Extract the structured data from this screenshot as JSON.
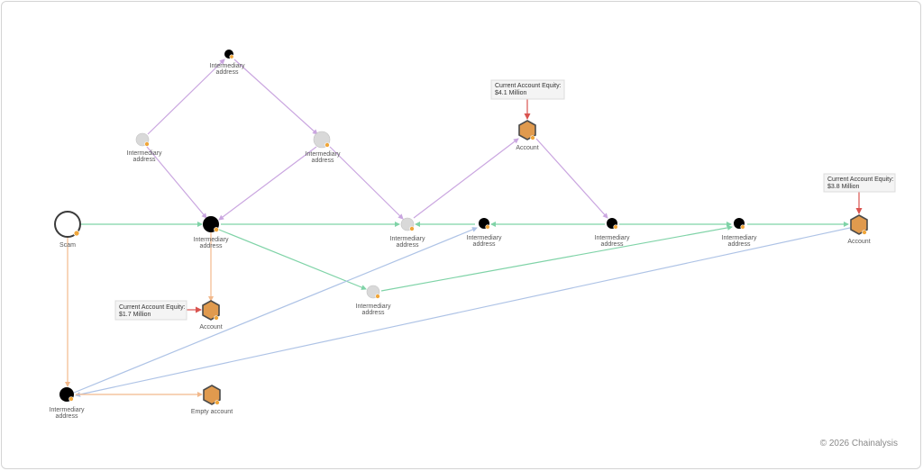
{
  "labels": {
    "scam": "Scam",
    "intermediary_line1": "Intermediary",
    "intermediary_line2": "address",
    "account": "Account",
    "empty_account": "Empty account"
  },
  "callouts": {
    "equity_label": "Current Account Equity:",
    "equity_top": "$4.1 Million",
    "equity_right": "$3.8 Million",
    "equity_left": "$1.7 Million"
  },
  "footer": {
    "copyright": "© 2026 Chainalysis"
  },
  "colors": {
    "flow_green": "#7fd3a7",
    "flow_purple": "#caa6e0",
    "flow_blue": "#aec3e6",
    "flow_orange": "#f2b98c",
    "callout_arrow": "#d9534f",
    "account_fill": "#e09a4e",
    "account_stroke": "#4a4a4a",
    "node_black": "#000000",
    "node_gray": "#d9d9d9",
    "badge": "#f0a63a"
  },
  "icons": [
    "scam-node-icon",
    "intermediary-node-icon",
    "account-hexagon-icon",
    "coin-badge-icon"
  ]
}
